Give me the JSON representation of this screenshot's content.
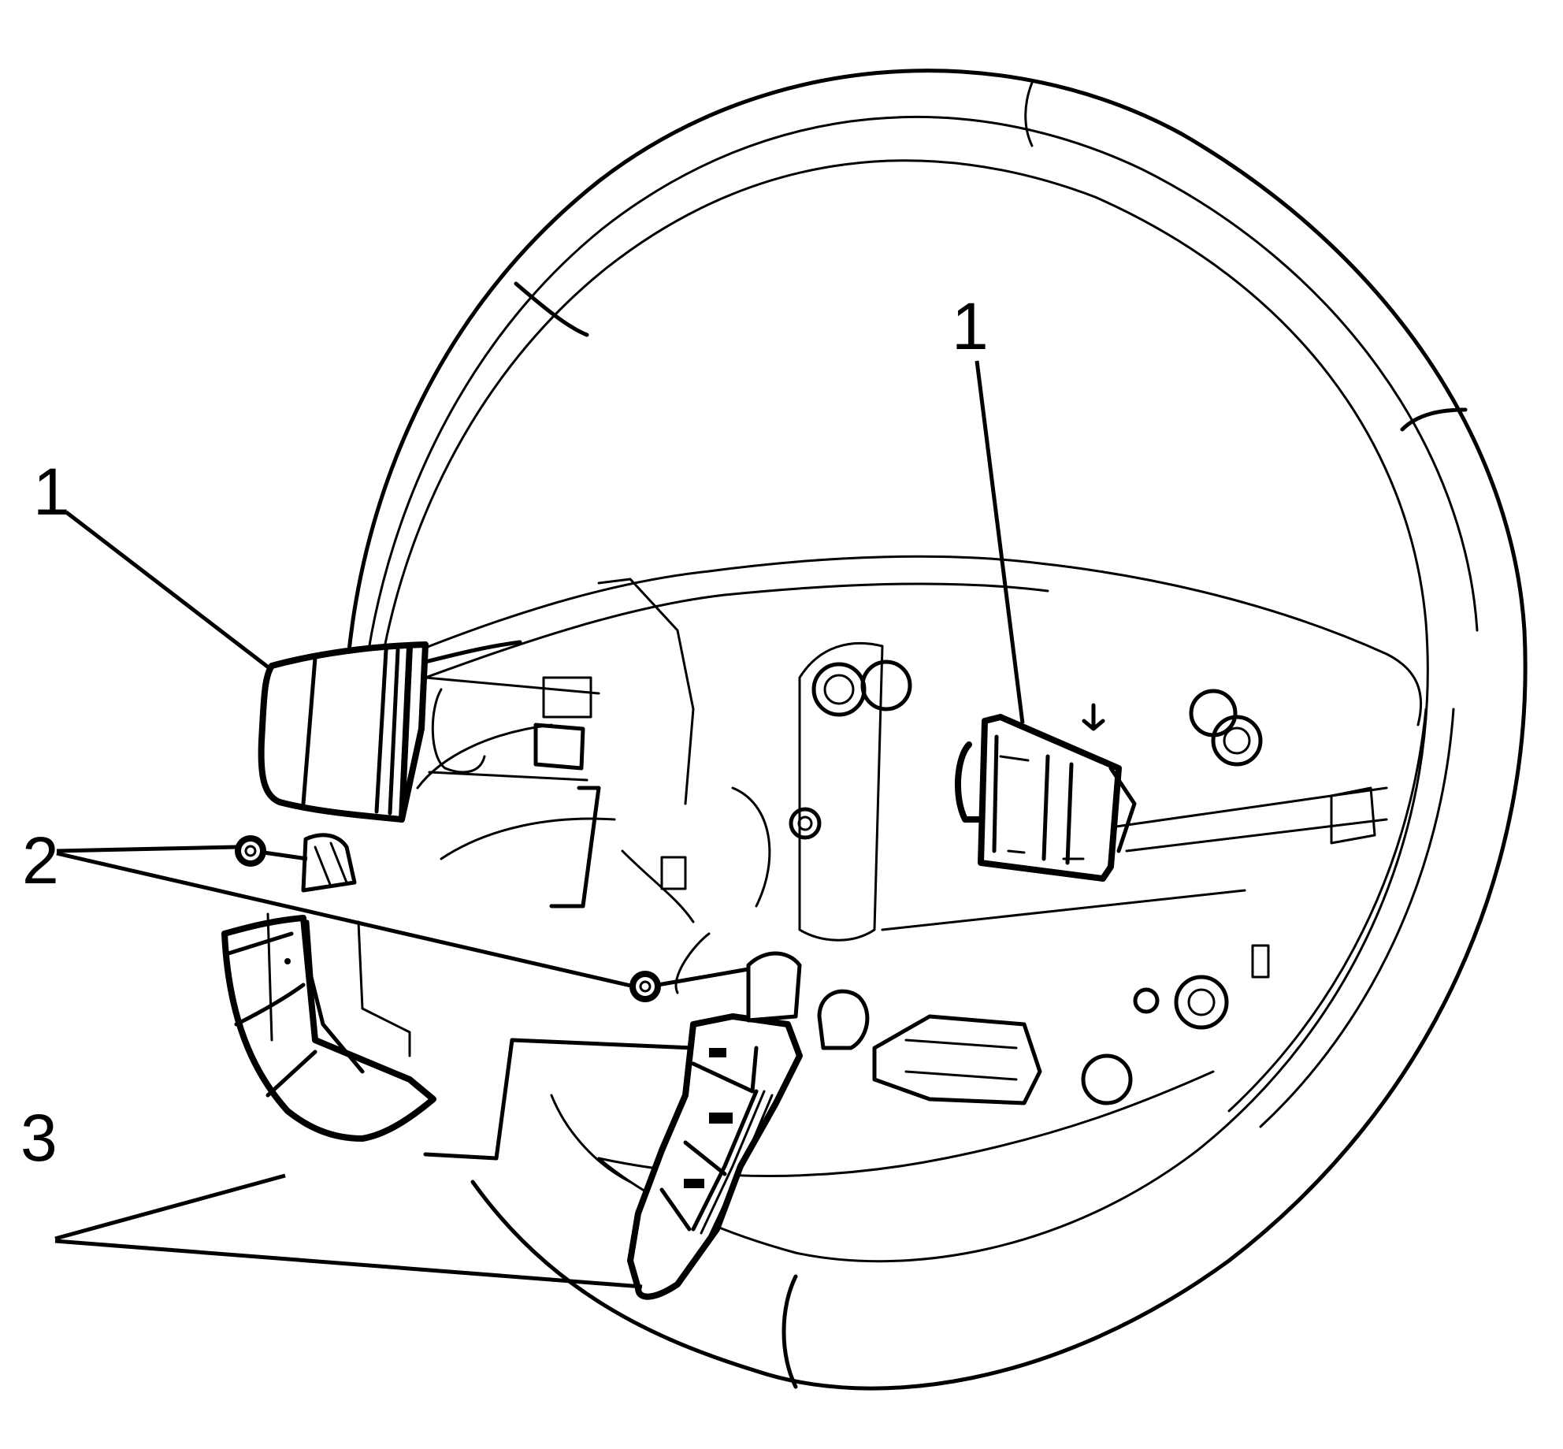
{
  "figure": {
    "subject": "steering wheel with switch assemblies",
    "background": "#ffffff",
    "line_color": "#000000"
  },
  "callouts": [
    {
      "id": "1a",
      "label": "1",
      "target": "left-steering-wheel-control-switch"
    },
    {
      "id": "1b",
      "label": "1",
      "target": "right-steering-wheel-control-switch"
    },
    {
      "id": "2",
      "label": "2",
      "target": "switch-retaining-screws"
    },
    {
      "id": "3",
      "label": "3",
      "target": "steering-wheel-lower-trim-switch-covers"
    }
  ]
}
